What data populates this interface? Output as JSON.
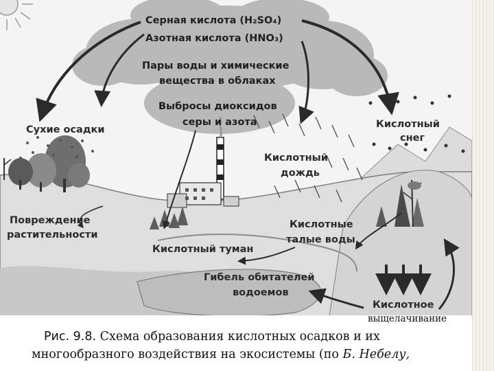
{
  "labels": {
    "sulfuric_acid": "Серная кислота (H₂SO₄)",
    "nitric_acid": "Азотная кислота (HNO₃)",
    "vapor_line1": "Пары воды и химические",
    "vapor_line2": "вещества в облаках",
    "emissions_line1": "Выбросы диоксидов",
    "emissions_line2": "серы и азота",
    "dry_deposition": "Сухие осадки",
    "acid_snow_line1": "Кислотный",
    "acid_snow_line2": "снег",
    "acid_rain_line1": "Кислотный",
    "acid_rain_line2": "дождь",
    "veg_damage_line1": "Повреждение",
    "veg_damage_line2": "растительности",
    "acid_melt_line1": "Кислотные",
    "acid_melt_line2": "талые воды",
    "acid_fog": "Кислотный туман",
    "death_line1": "Гибель обитателей",
    "death_line2": "водоемов",
    "acid_leach": "Кислотное"
  },
  "caption": {
    "leaching": "выщелачивание",
    "fig_label": "Рис. 9.8.",
    "line1": "Схема образования кислотных осадков и их",
    "line2_start": "многообразного воздействия на экосистемы (по",
    "author": "Б. Небелу,"
  },
  "colors": {
    "cloud": "#b9b9b9",
    "hill": "#d2d2d2",
    "water": "#bdbdbd",
    "ink": "#2a2a2a",
    "stripe": "#ece7dc"
  }
}
